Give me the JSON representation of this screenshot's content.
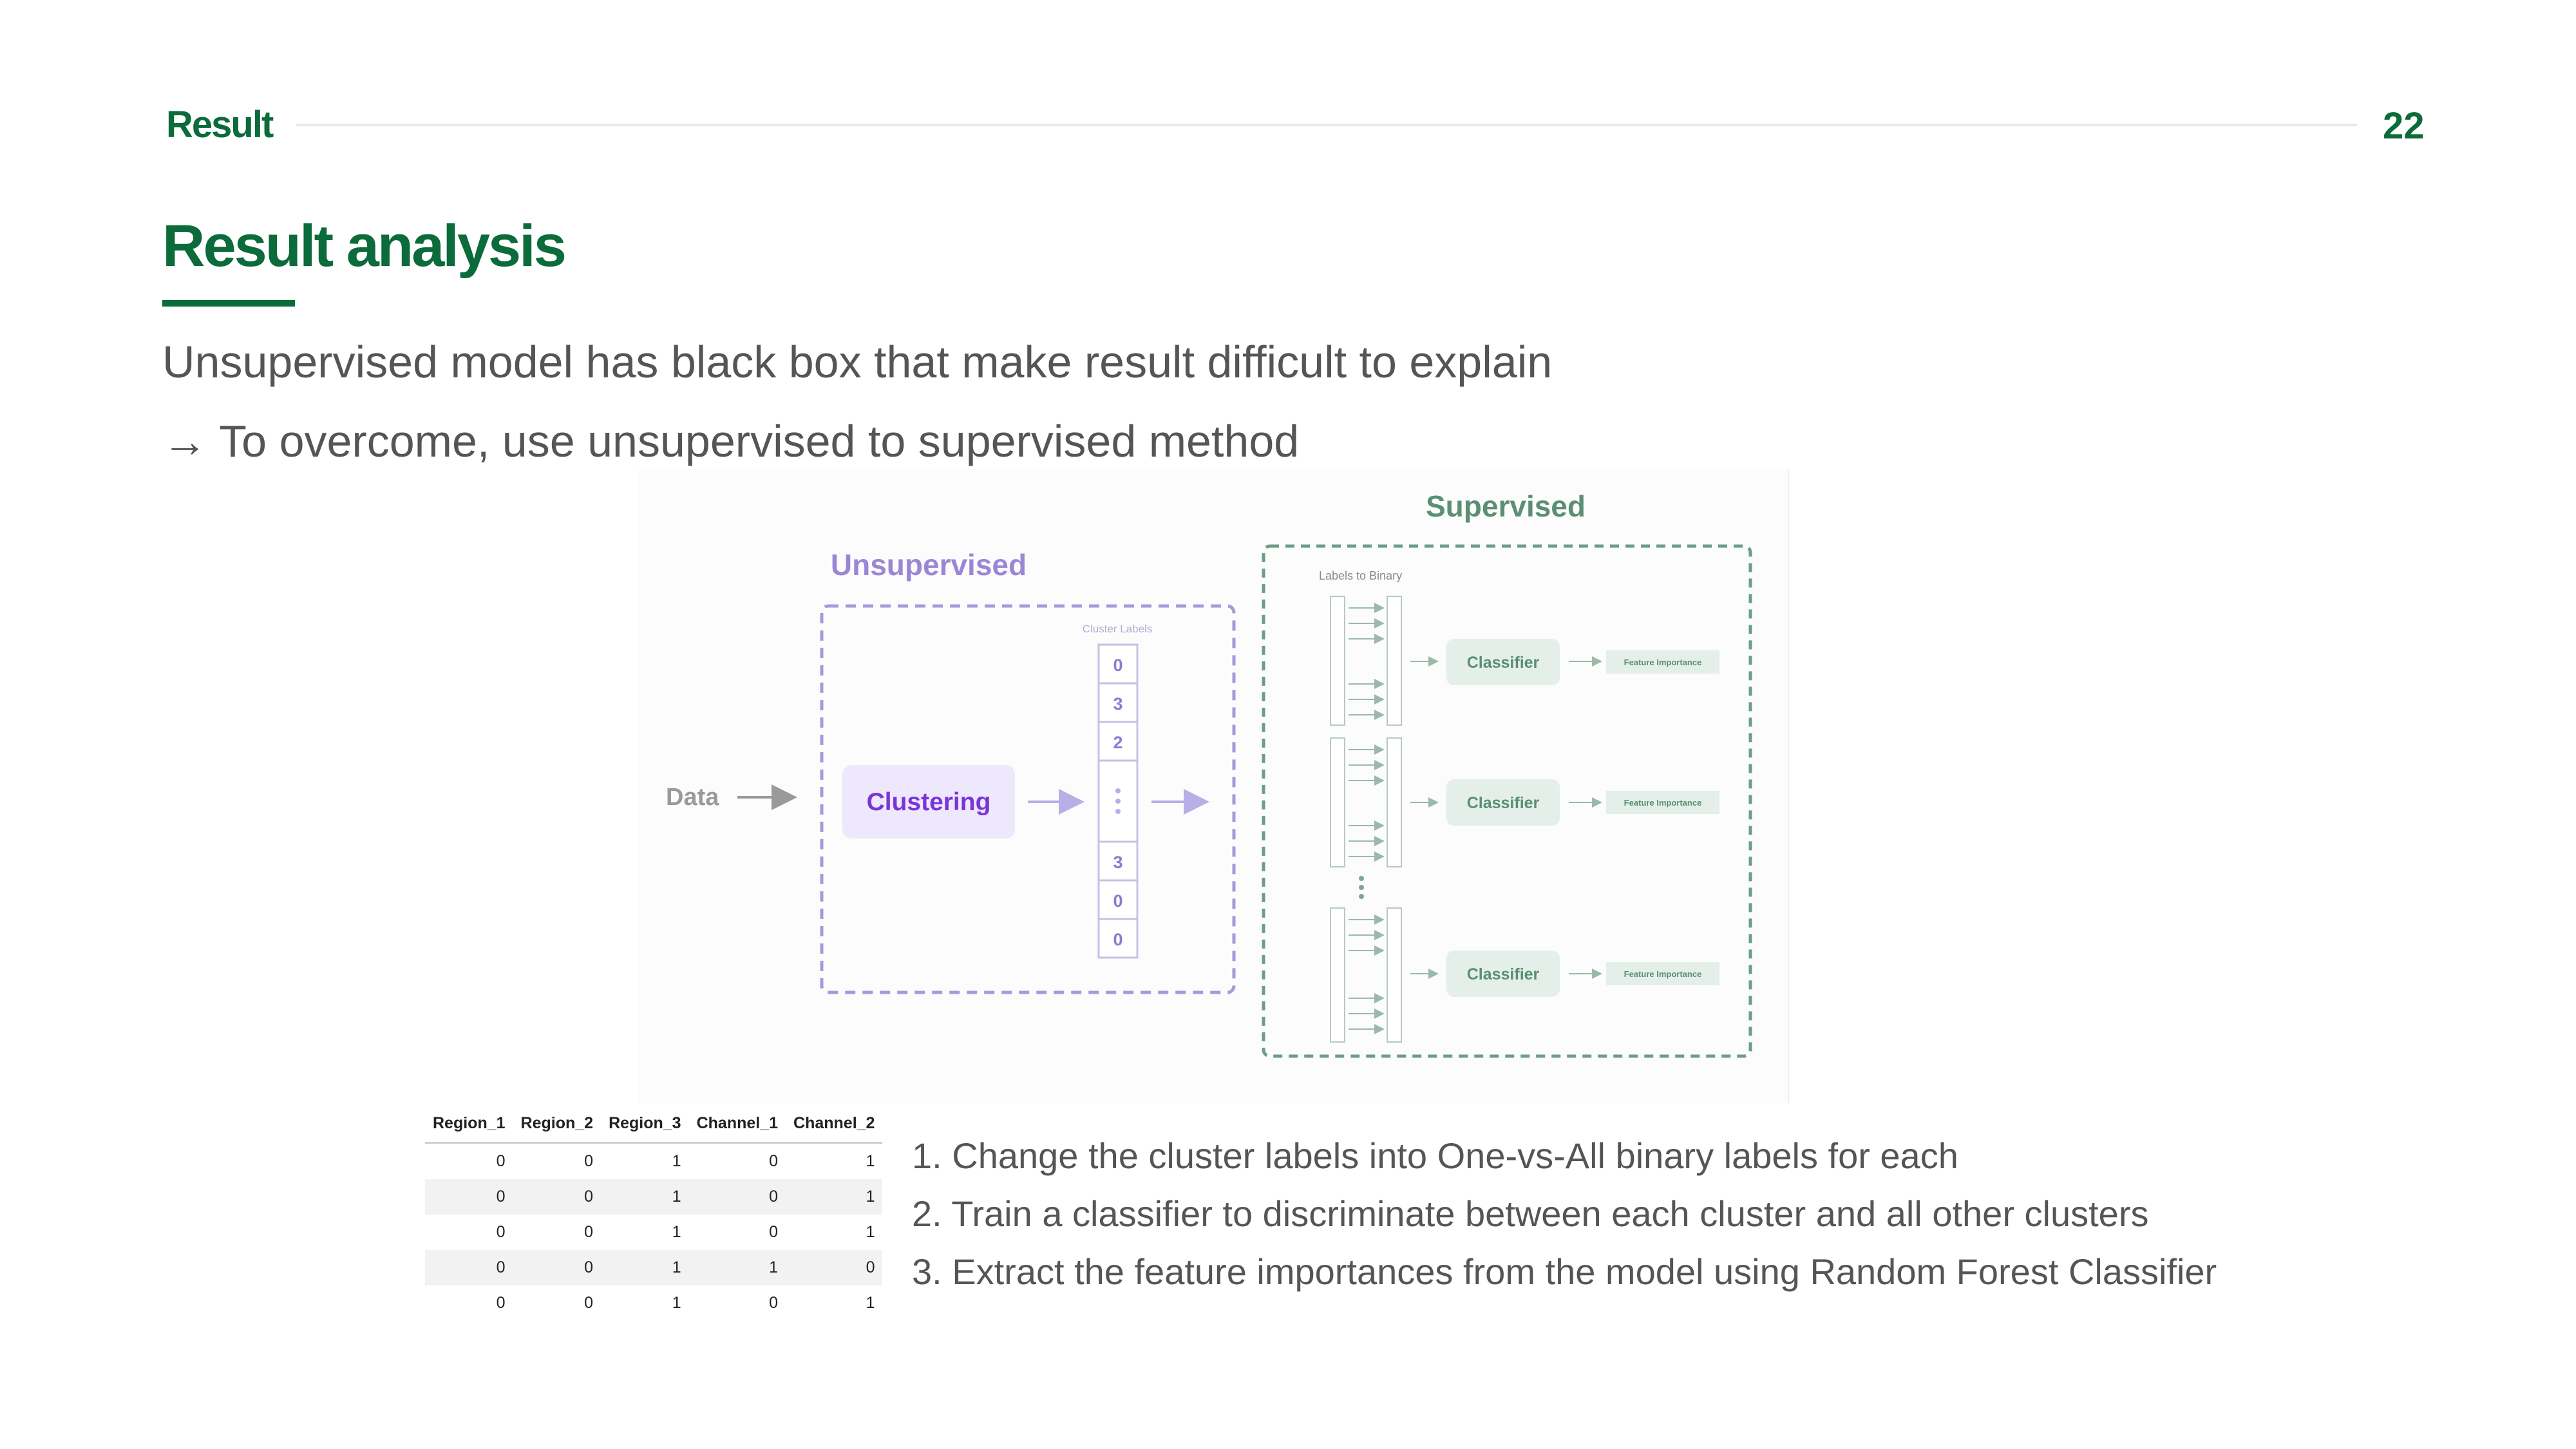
{
  "header": {
    "section": "Result",
    "page_number": "22"
  },
  "title": "Result analysis",
  "subtitle_lines": [
    "Unsupervised model has black box that make result difficult to explain",
    "→ To overcome, use unsupervised to supervised method"
  ],
  "diagram": {
    "data_label": "Data",
    "unsupervised_title": "Unsupervised",
    "clustering_label": "Clustering",
    "cluster_labels_caption": "Cluster Labels",
    "cluster_values_top": [
      "0",
      "3",
      "2"
    ],
    "cluster_values_bottom": [
      "3",
      "0",
      "0"
    ],
    "supervised_title": "Supervised",
    "labels_to_binary_caption": "Labels to Binary",
    "classifier_label": "Classifier",
    "feature_importance_label": "Feature Importance",
    "colors": {
      "purple": "#9b86d6",
      "clustering_text": "#7a34d8",
      "green": "#5a8f74",
      "green_fill": "#e3efe8"
    }
  },
  "table": {
    "columns": [
      "Region_1",
      "Region_2",
      "Region_3",
      "Channel_1",
      "Channel_2"
    ],
    "rows": [
      [
        "0",
        "0",
        "1",
        "0",
        "1"
      ],
      [
        "0",
        "0",
        "1",
        "0",
        "1"
      ],
      [
        "0",
        "0",
        "1",
        "0",
        "1"
      ],
      [
        "0",
        "0",
        "1",
        "1",
        "0"
      ],
      [
        "0",
        "0",
        "1",
        "0",
        "1"
      ]
    ]
  },
  "steps": [
    "1. Change the cluster labels into One-vs-All binary labels for each",
    "2. Train a classifier to discriminate between each cluster and all other clusters",
    "3. Extract the feature importances from the model using Random Forest Classifier"
  ]
}
